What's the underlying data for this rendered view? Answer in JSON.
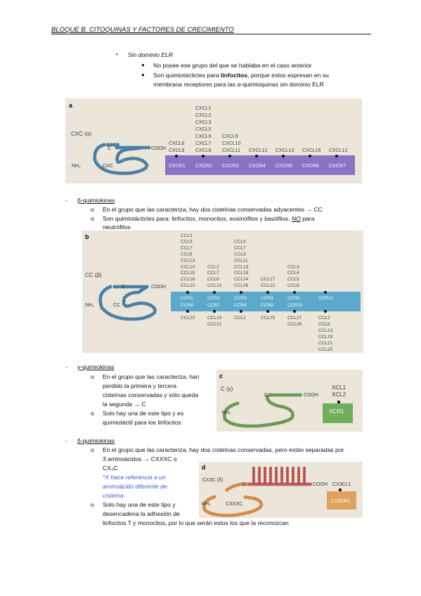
{
  "header": {
    "title": "BLOQUE B. CITOQUINAS Y FACTORES DE CRECIMIENTO"
  },
  "intro": {
    "heading": "Sin dominio ELR",
    "b1": "No posee ese grupo del que se hablaba en el caso anterior",
    "b2a": "Son quimiotácticles para ",
    "b2b": "linfocitos",
    "b2c": ", porque estos expresan en su",
    "b2d": "membrana receptores para las α-quimioquinas sin dominio ELR"
  },
  "figA": {
    "label": "a",
    "family": "CXC (α)",
    "nh2": "NH₂",
    "cooh": "COOH",
    "cxc": "CXC",
    "c": "C",
    "receptors": [
      "CXCR1",
      "CXCR2",
      "CXCR3",
      "CXCR4",
      "CXCR5",
      "CXCR6",
      "CXCR7"
    ],
    "ligands": [
      [
        "CXCL6",
        "CXCL8"
      ],
      [
        "CXCL1",
        "CXCL2",
        "CXCL3",
        "CXCL5",
        "CXCL6",
        "CXCL7",
        "CXCL8"
      ],
      [
        "CXCL9",
        "CXCL10",
        "CXCL11"
      ],
      [
        "CXCL12"
      ],
      [
        "CXCL13"
      ],
      [
        "CXCL16"
      ],
      [
        "CXCL12"
      ]
    ]
  },
  "beta": {
    "heading": "β-quimiokinas",
    "o1": "En el grupo que las caracteriza, hay dos cisteínas conservadas adyacentes → CC",
    "o2a": "Son quimiotácticles para: linfocitos, monocitos, eosinófilos y basófilos. ",
    "o2b": "NO",
    "o2c": " para",
    "o2d": "neutrófilos"
  },
  "figB": {
    "label": "b",
    "family": "CC (β)",
    "nh2": "NH₂",
    "cooh": "COOH",
    "cc": "CC",
    "c": "C",
    "receptors_top": [
      "CCR1",
      "CCR2",
      "CCR3",
      "CCR4",
      "CCR5",
      "CCR11"
    ],
    "receptors_bottom": [
      "CCR6",
      "CCR7",
      "CCR8",
      "CCR9",
      "CCR10"
    ],
    "ligands_top": [
      [
        "CCL3",
        "CCL5",
        "CCL7",
        "CCL8",
        "CCL13",
        "CCL14",
        "CCL15",
        "CCL16",
        "CCL23"
      ],
      [
        "CCL2",
        "CCL7",
        "CCL8",
        "CCL13"
      ],
      [
        "CCL5",
        "CCL7",
        "CCL8",
        "CCL11",
        "CCL13",
        "CCL15",
        "CCL24",
        "CCL26"
      ],
      [
        "CCL17",
        "CCL22"
      ],
      [
        "CCL3",
        "CCL4",
        "CCL5",
        "CCL8"
      ],
      []
    ],
    "ligands_bottom": [
      [
        "CCL20"
      ],
      [
        "CCL19",
        "CCL21"
      ],
      [
        "CCL1"
      ],
      [
        "CCL25"
      ],
      [
        "CCL27",
        "CCL28"
      ],
      [
        "CCL2",
        "CCL8",
        "CCL13",
        "CCL19",
        "CCL21",
        "CCL25"
      ]
    ]
  },
  "gamma": {
    "heading": "γ-quimiokinas",
    "o1": [
      "En el grupo que las caracteriza, han",
      "perdido la primera y tercera",
      "cisteínas conservadas y sólo queda",
      "la segunda → C"
    ],
    "o2": [
      "Solo hay una de este tipo y es",
      "quimiotáctil para los linfocitos"
    ]
  },
  "figC": {
    "label": "c",
    "family": "C (γ)",
    "nh2": "NH₂",
    "cooh": "COOH",
    "c": "C",
    "ligands": [
      "XCL1",
      "XCL2"
    ],
    "receptor": "XCR1"
  },
  "delta": {
    "heading": "δ-quimiokinas",
    "o1a": "En el grupo que las caracteriza, hay dos cisteínas conservadas, pero están separadas por",
    "o1b": "3 aminoácidos → CXXXC o",
    "o1c": "CX₃C",
    "note": [
      "*X hace referencia a un",
      "aminoácido diferente de",
      "cisteína"
    ],
    "o2": [
      "Solo hay una de este tipo y",
      "desencadena la adhesión de",
      "linfocitos T y monocitos, por lo que serán estos los que la reconozcan"
    ]
  },
  "figD": {
    "label": "d",
    "family": "CX3C (δ)",
    "nh2": "NH₂",
    "cooh": "COOH",
    "cxxxc": "CXXXC",
    "c": "C",
    "ligand": "CX3CL1",
    "receptor": "CX3CR1"
  }
}
